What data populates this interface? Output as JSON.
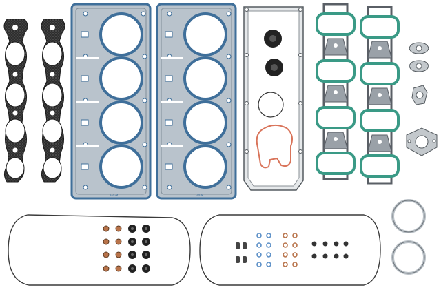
{
  "scene": {
    "subject": "engine-gasket-set",
    "colors": {
      "background": "#ffffff",
      "head_gasket_blue": "#3f6f9a",
      "head_gasket_steel": "#b9c3cc",
      "exhaust_gasket": "#3a3a3a",
      "intake_gasket_green": "#3a9a86",
      "intake_frame": "#5a5f66",
      "valley_cover_gray": "#d9dde0",
      "orange_seal": "#d9745a",
      "o_ring_black": "#222222",
      "copper_washer": "#b8734a",
      "seal_blue": "#5b8fc7"
    },
    "head_gasket_markings": [
      "FPGM",
      "FPGM"
    ]
  }
}
